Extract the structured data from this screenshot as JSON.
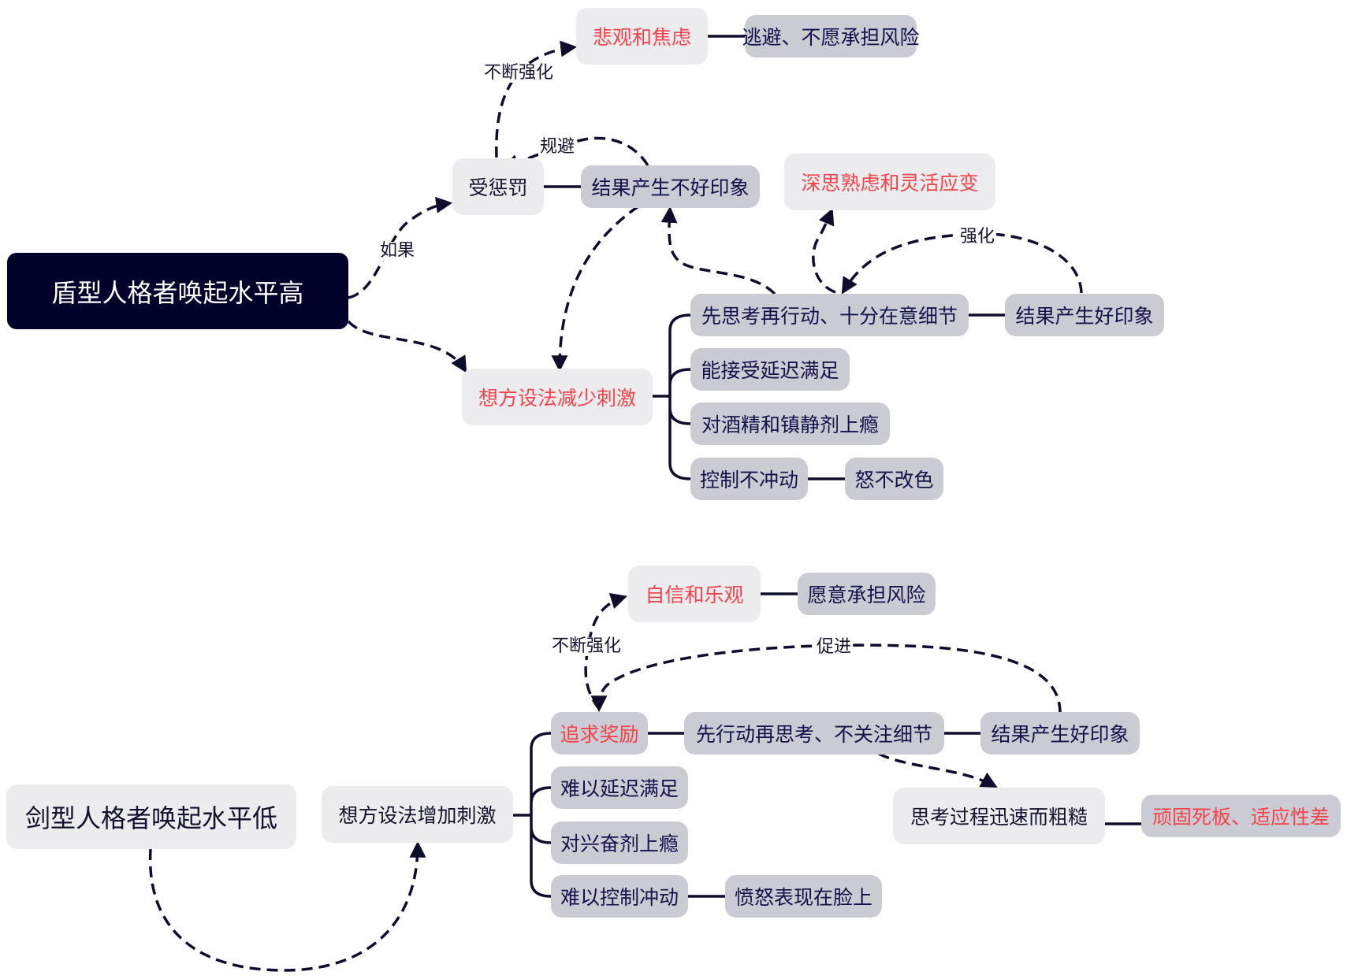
{
  "diagram": {
    "colors": {
      "dark_root_bg": "#02022a",
      "light_node_bg": "#ecebee",
      "grey_node_bg": "#cbcbd3",
      "red_text": "#f2434b",
      "navy_text": "#12124a",
      "line": "#0e0e2c"
    },
    "shield": {
      "root": "盾型人格者唤起水平高",
      "punished": "受惩罚",
      "bad_impression": "结果产生不好印象",
      "pessimism": "悲观和焦虑",
      "avoid_risk": "逃避、不愿承担风险",
      "reduce_stimulus": "想方设法减少刺激",
      "deliberate": "深思熟虑和灵活应变",
      "think_first": "先思考再行动、十分在意细节",
      "good_impression": "结果产生好印象",
      "delay_gratification": "能接受延迟满足",
      "sedative_addiction": "对酒精和镇静剂上瘾",
      "controlled": "控制不冲动",
      "calm_face": "怒不改色",
      "labels": {
        "if": "如果",
        "reinforce_constantly": "不断强化",
        "avoid": "规避",
        "reinforce": "强化"
      }
    },
    "sword": {
      "root": "剑型人格者唤起水平低",
      "increase_stimulus": "想方设法增加刺激",
      "seek_reward": "追求奖励",
      "confidence": "自信和乐观",
      "take_risk": "愿意承担风险",
      "act_first": "先行动再思考、不关注细节",
      "good_impression": "结果产生好印象",
      "fast_rough": "思考过程迅速而粗糙",
      "rigid": "顽固死板、适应性差",
      "no_delay": "难以延迟满足",
      "stimulant_addiction": "对兴奋剂上瘾",
      "impulsive": "难以控制冲动",
      "anger_face": "愤怒表现在脸上",
      "labels": {
        "reinforce_constantly": "不断强化",
        "promote": "促进"
      }
    }
  }
}
